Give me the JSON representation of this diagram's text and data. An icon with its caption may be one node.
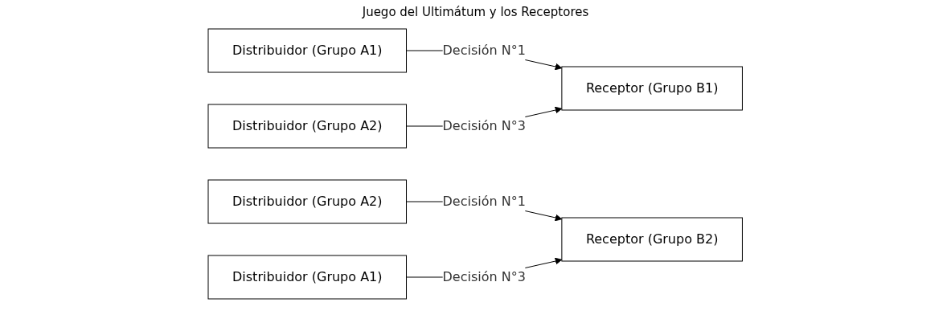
{
  "diagram": {
    "title": "Juego del Ultimátum y los Receptores",
    "nodes": [
      {
        "text": [
          "Distribuidor (Grupo A1)"
        ]
      },
      {
        "text": [
          "Receptor (Grupo B1)"
        ]
      },
      {
        "text": [
          "Distribuidor (Grupo A2)"
        ]
      },
      {
        "text": [
          "Distribuidor (Grupo A2)"
        ]
      },
      {
        "text": [
          "Receptor (Grupo B2)"
        ]
      },
      {
        "text": [
          "Distribuidor (Grupo A1)"
        ]
      }
    ],
    "edges": [
      {
        "from": 0,
        "to": 1,
        "arrow": "to",
        "label": "Decisión N°1"
      },
      {
        "from": 2,
        "to": 1,
        "arrow": "to",
        "label": "Decisión N°3"
      },
      {
        "from": 3,
        "to": 4,
        "arrow": "to",
        "label": "Decisión N°1"
      },
      {
        "from": 5,
        "to": 4,
        "arrow": "to",
        "label": "Decisión N°3"
      }
    ]
  }
}
